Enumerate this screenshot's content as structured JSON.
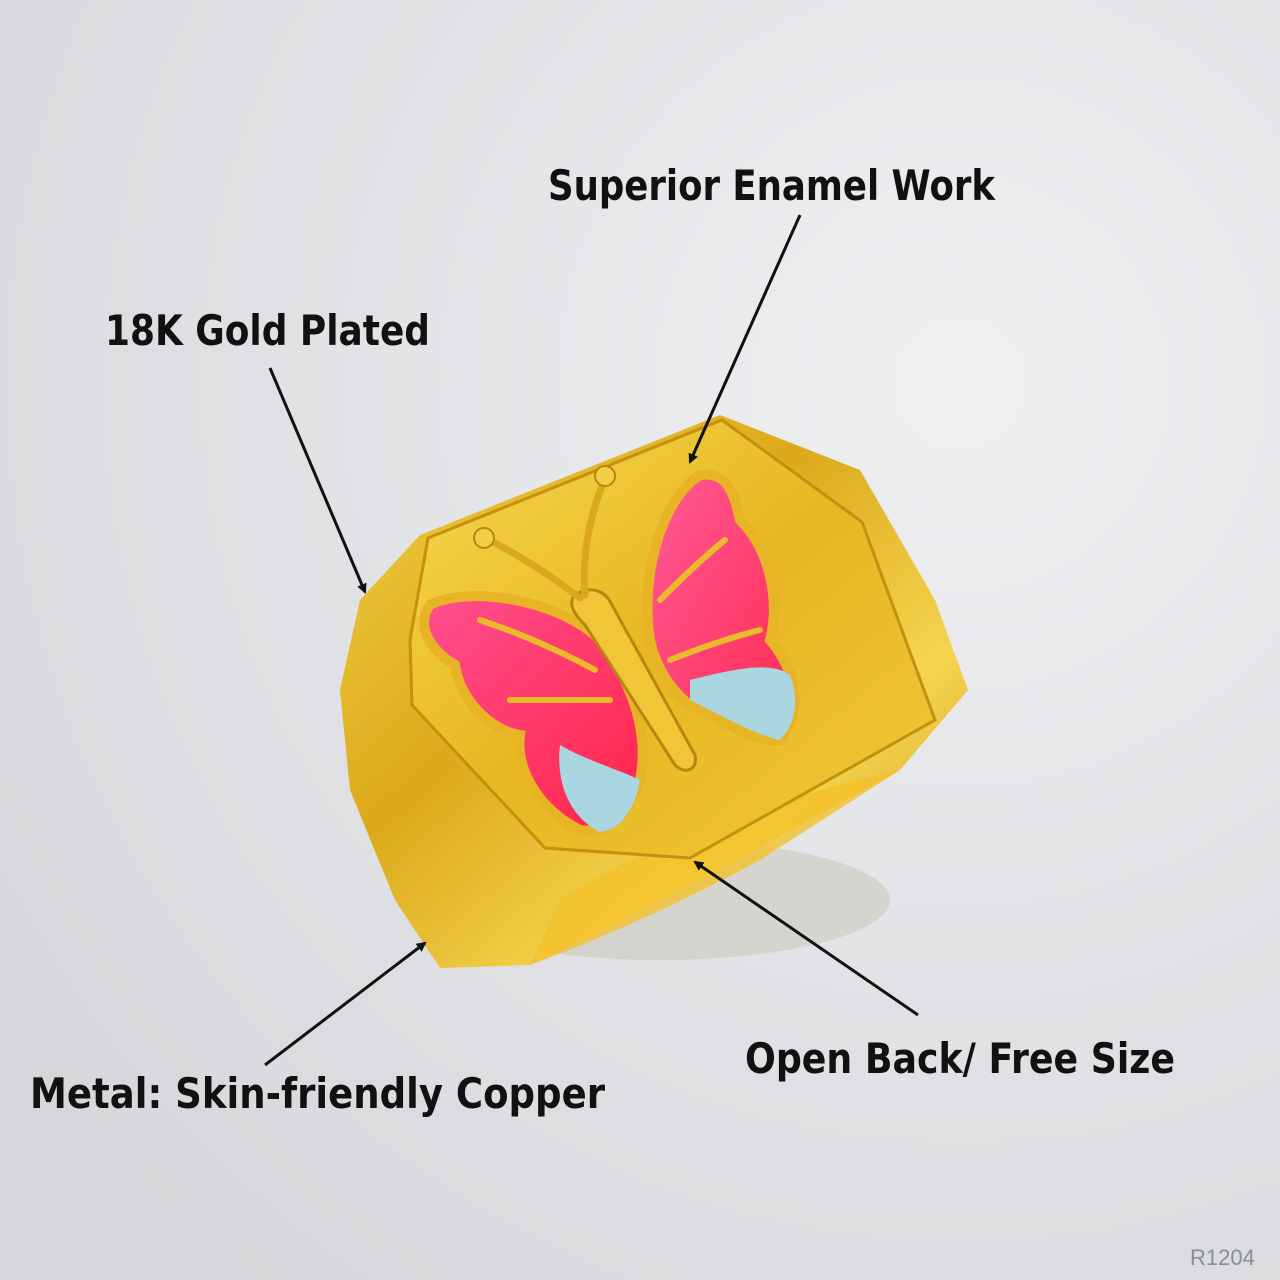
{
  "annotations": {
    "enamel": "Superior Enamel Work",
    "gold": "18K Gold Plated",
    "open_back": "Open Back/ Free Size",
    "metal": "Metal: Skin-friendly Copper"
  },
  "product_code": "R1204",
  "colors": {
    "background": "#dfe1e4",
    "gold": "#e2b21f",
    "gold_light": "#f7dc5a",
    "gold_dark": "#b07d0c",
    "enamel_pink": "#ff3e7a",
    "enamel_red": "#ff2a55",
    "enamel_blue": "#a9d6e0"
  }
}
